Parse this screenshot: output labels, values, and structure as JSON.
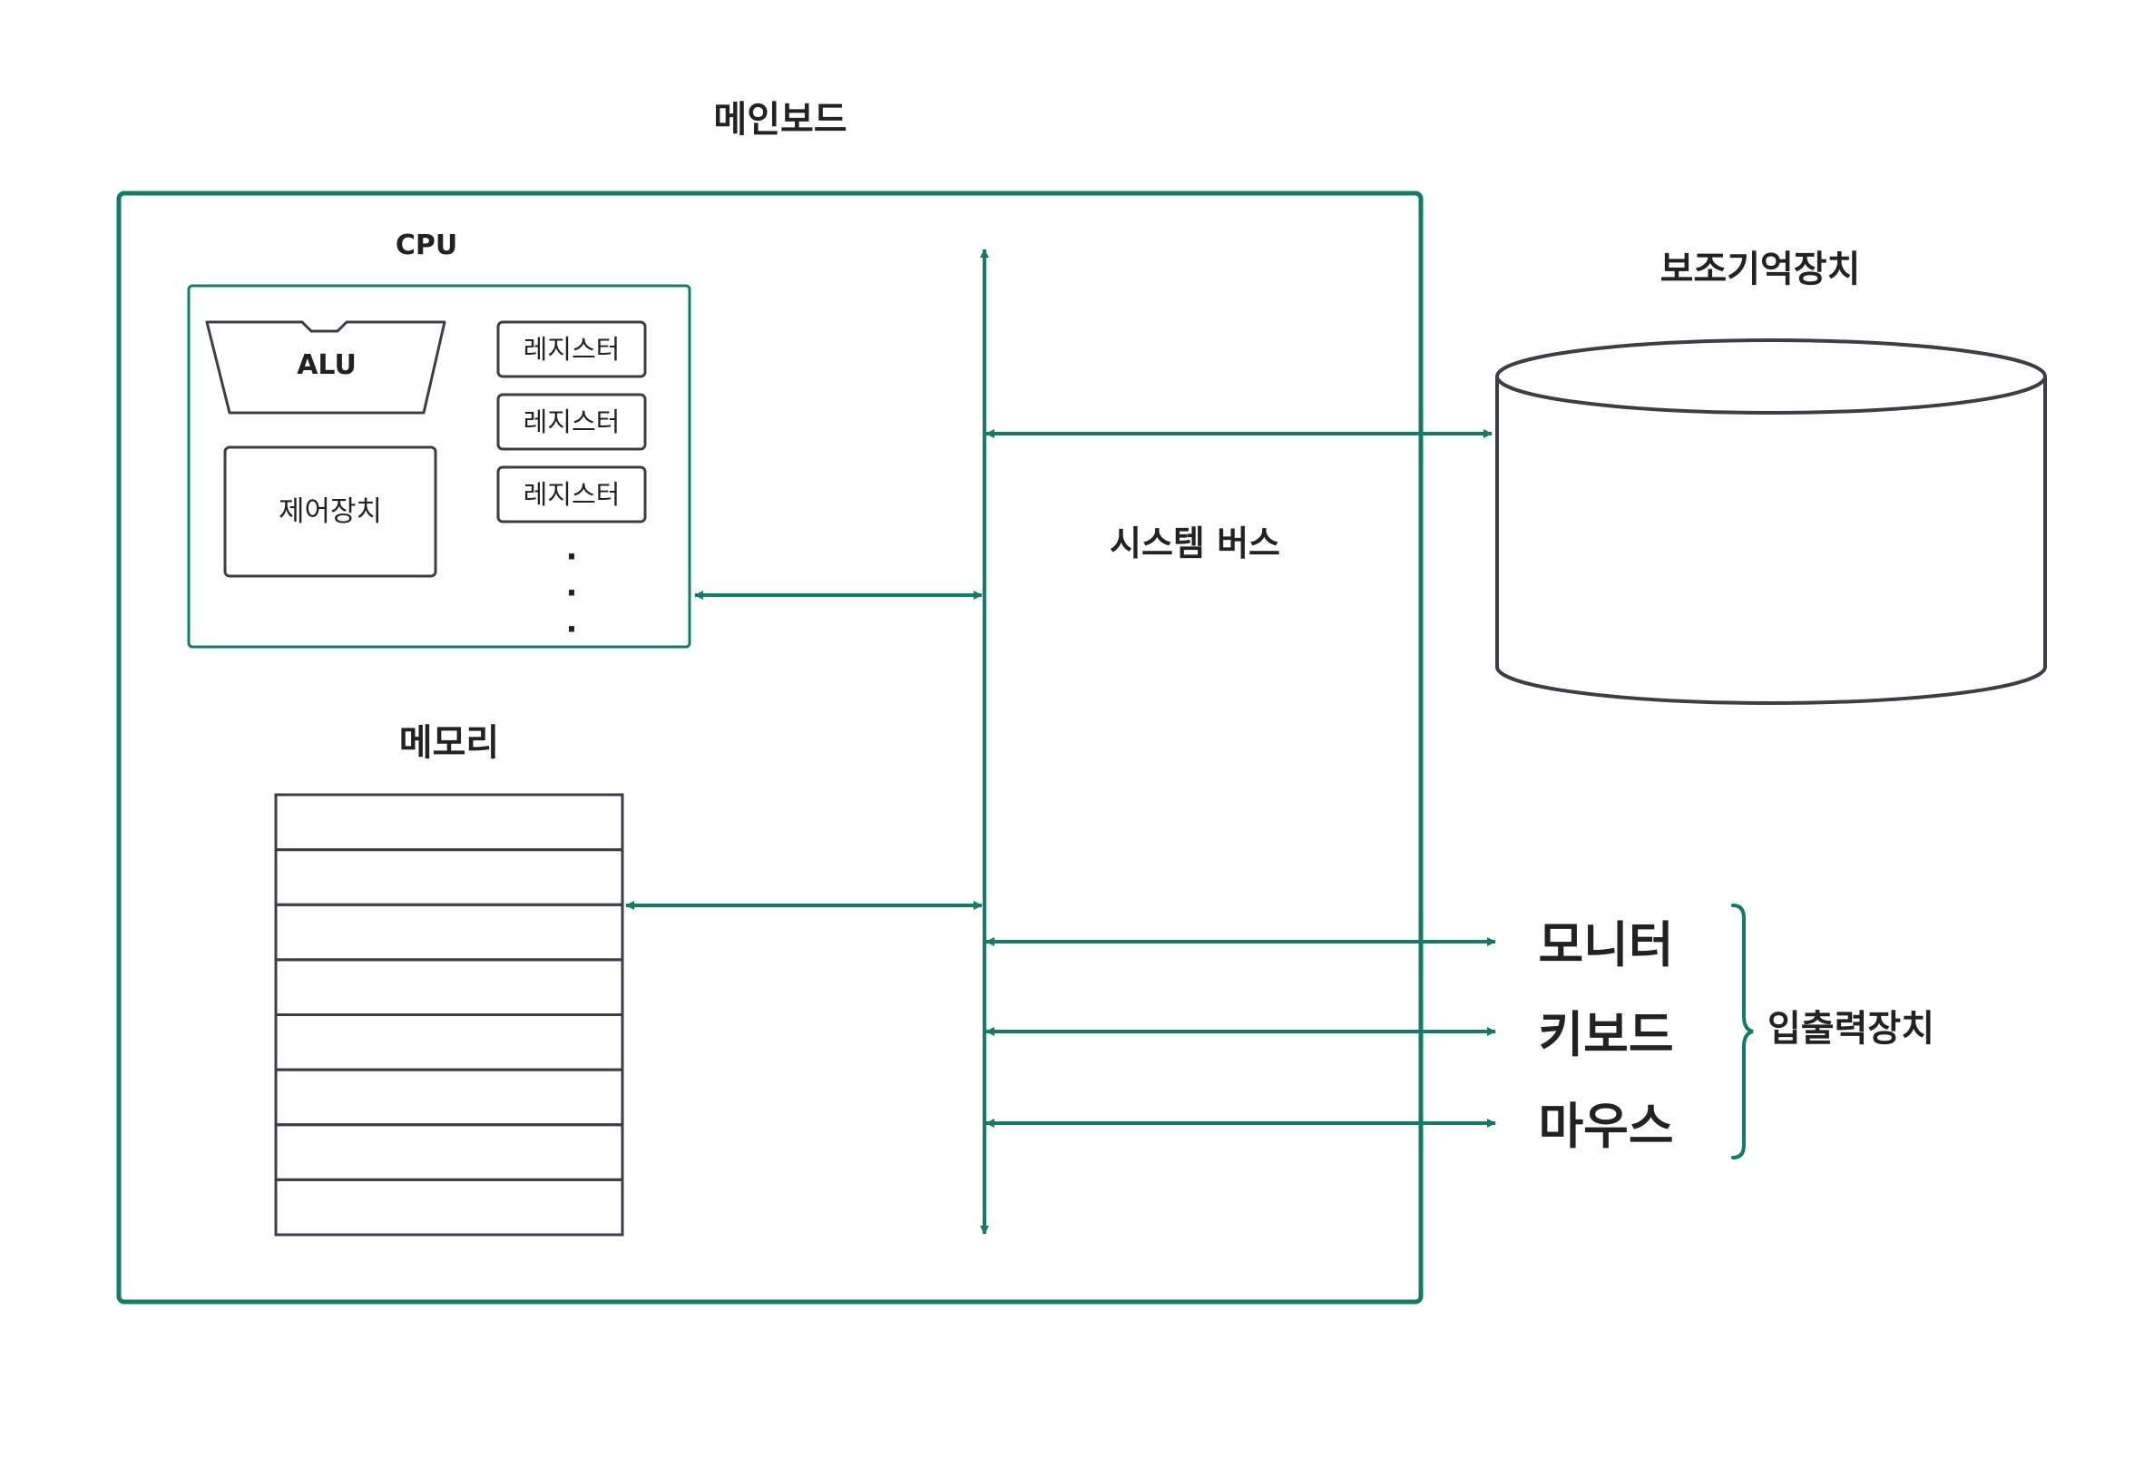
{
  "labels": {
    "mainboard": "메인보드",
    "cpu": "CPU",
    "alu": "ALU",
    "control_unit": "제어장치",
    "registers": [
      "레지스터",
      "레지스터",
      "레지스터"
    ],
    "ellipsis": [
      "·",
      "·",
      "·"
    ],
    "memory": "메모리",
    "system_bus": "시스템 버스",
    "secondary_storage": "보조기억장치",
    "io_devices": [
      "모니터",
      "키보드",
      "마우스"
    ],
    "io_group": "입출력장치"
  },
  "colors": {
    "accent": "#137c68",
    "outline": "#3a3f45",
    "text": "#222222",
    "background": "#ffffff"
  },
  "memory": {
    "cell_count": 8
  }
}
